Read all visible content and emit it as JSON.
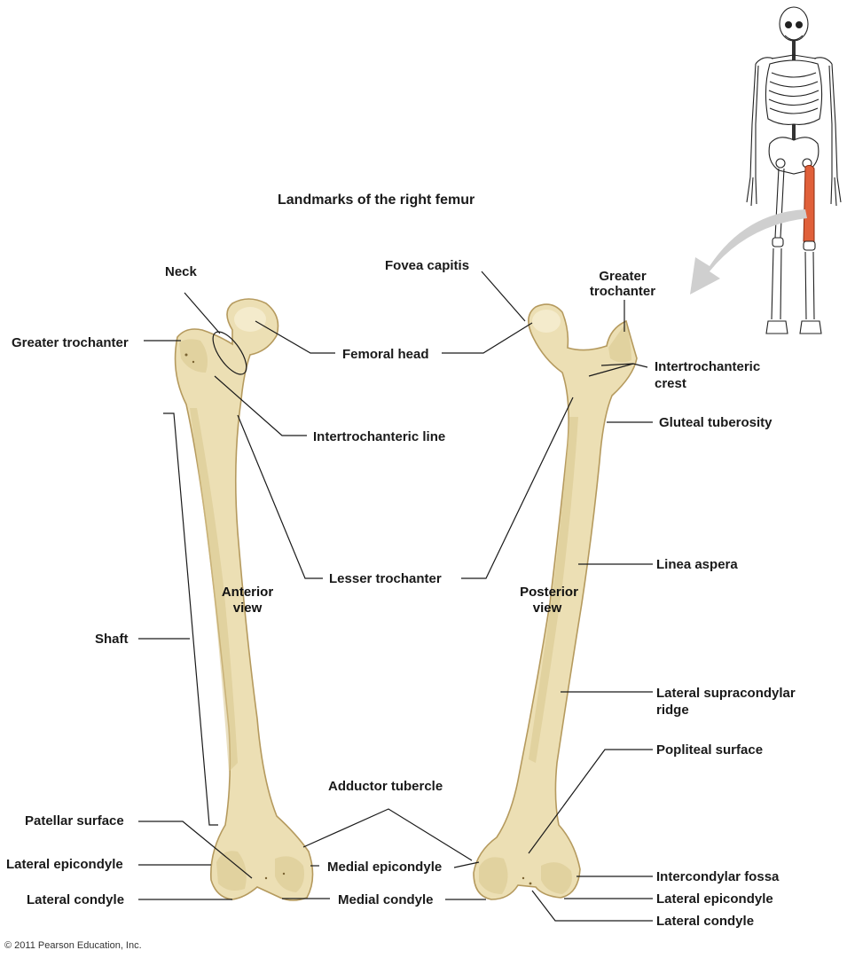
{
  "title": "Landmarks of the right femur",
  "copyright": "© 2011 Pearson Education, Inc.",
  "colors": {
    "bone": "#ecdfb4",
    "bone_outline": "#b59a5e",
    "highlight_femur": "#e0603a",
    "arrow": "#c8c8c8"
  },
  "anterior": {
    "view_line1": "Anterior",
    "view_line2": "view",
    "labels": {
      "neck": "Neck",
      "greater_trochanter": "Greater trochanter",
      "femoral_head": "Femoral head",
      "intertrochanteric_line": "Intertrochanteric line",
      "lesser_trochanter": "Lesser trochanter",
      "shaft": "Shaft",
      "adductor_tubercle": "Adductor tubercle",
      "patellar_surface": "Patellar surface",
      "lateral_epicondyle": "Lateral epicondyle",
      "medial_epicondyle": "Medial epicondyle",
      "lateral_condyle": "Lateral condyle",
      "medial_condyle": "Medial condyle"
    }
  },
  "posterior": {
    "view_line1": "Posterior",
    "view_line2": "view",
    "labels": {
      "fovea_capitis": "Fovea capitis",
      "greater_trochanter_1": "Greater",
      "greater_trochanter_2": "trochanter",
      "intertrochanteric_crest_1": "Intertrochanteric",
      "intertrochanteric_crest_2": "crest",
      "gluteal_tuberosity": "Gluteal tuberosity",
      "linea_aspera": "Linea aspera",
      "lateral_supracondylar_ridge_1": "Lateral supracondylar",
      "lateral_supracondylar_ridge_2": "ridge",
      "popliteal_surface": "Popliteal surface",
      "intercondylar_fossa": "Intercondylar fossa",
      "lateral_epicondyle": "Lateral epicondyle",
      "lateral_condyle": "Lateral condyle"
    }
  }
}
